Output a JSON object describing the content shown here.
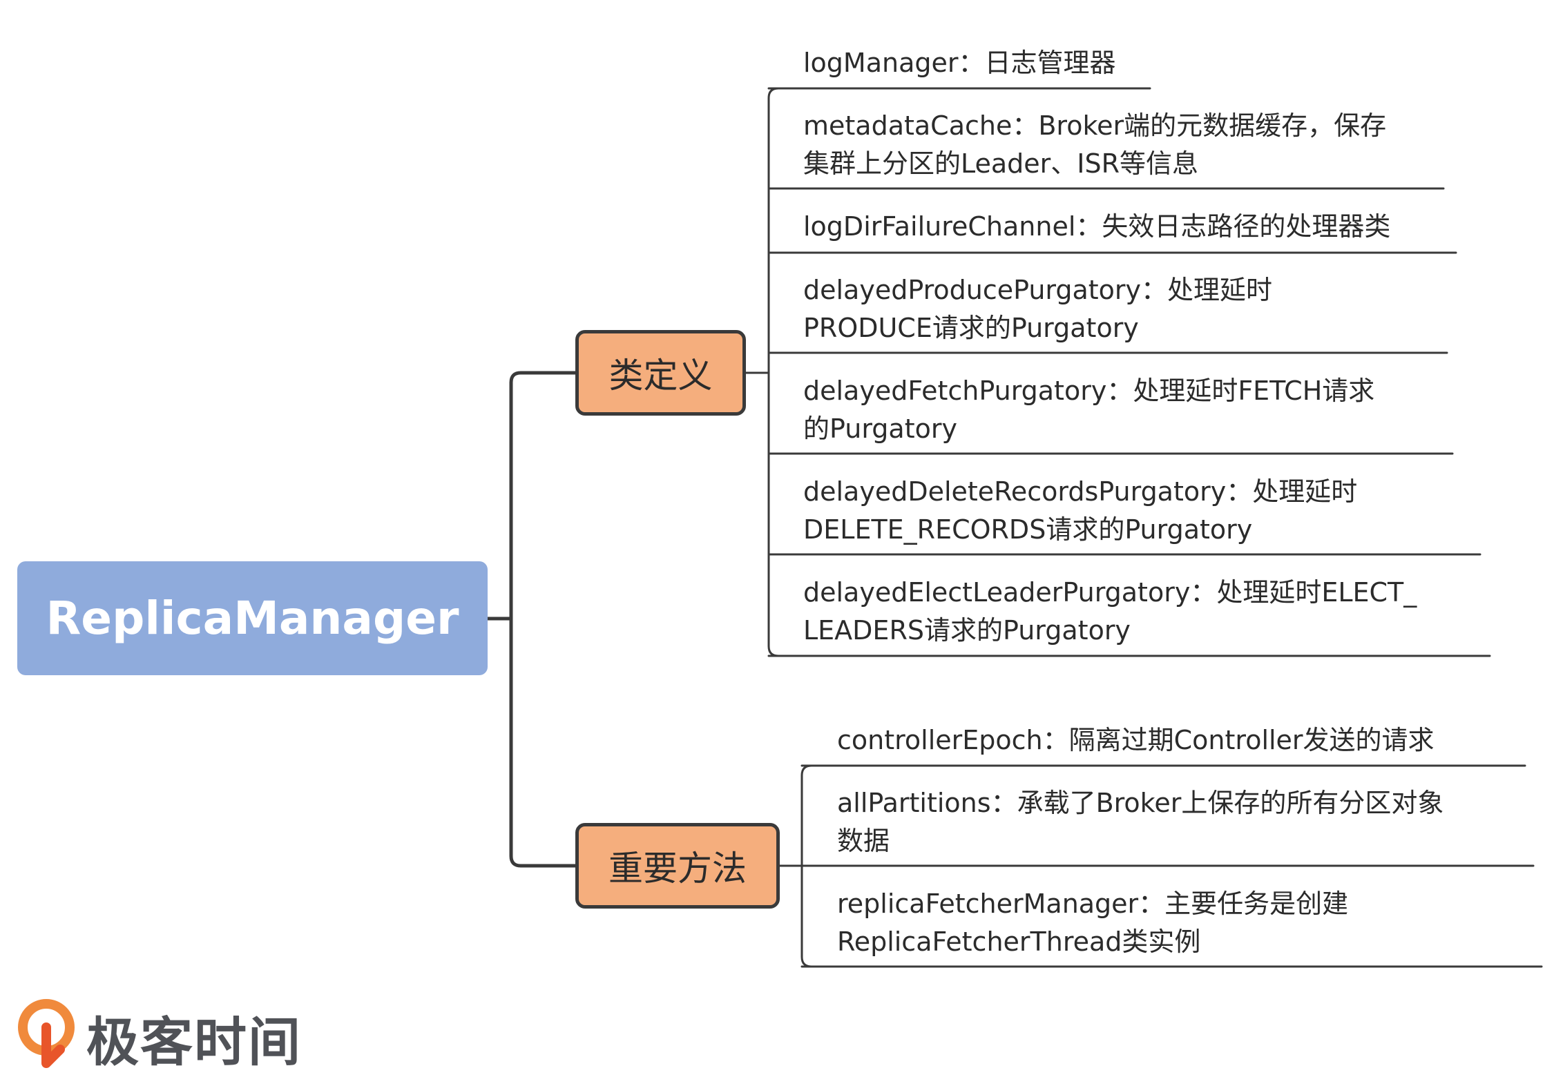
{
  "root": {
    "label": "ReplicaManager"
  },
  "branches": [
    {
      "label": "类定义",
      "leaves": [
        {
          "lines": [
            "logManager：日志管理器"
          ]
        },
        {
          "lines": [
            "metadataCache：Broker端的元数据缓存，保存",
            "集群上分区的Leader、ISR等信息"
          ]
        },
        {
          "lines": [
            "logDirFailureChannel：失效日志路径的处理器类"
          ]
        },
        {
          "lines": [
            "delayedProducePurgatory：处理延时",
            "PRODUCE请求的Purgatory"
          ]
        },
        {
          "lines": [
            "delayedFetchPurgatory：处理延时FETCH请求",
            "的Purgatory"
          ]
        },
        {
          "lines": [
            "delayedDeleteRecordsPurgatory：处理延时",
            "DELETE_RECORDS请求的Purgatory"
          ]
        },
        {
          "lines": [
            "delayedElectLeaderPurgatory：处理延时ELECT_",
            "LEADERS请求的Purgatory"
          ]
        }
      ]
    },
    {
      "label": "重要方法",
      "leaves": [
        {
          "lines": [
            "controllerEpoch：隔离过期Controller发送的请求"
          ]
        },
        {
          "lines": [
            "allPartitions：承载了Broker上保存的所有分区对象",
            "数据"
          ]
        },
        {
          "lines": [
            "replicaFetcherManager：主要任务是创建",
            "ReplicaFetcherThread类实例"
          ]
        }
      ]
    }
  ],
  "logo": {
    "text": "极客时间"
  },
  "colors": {
    "root": "#8fabdc",
    "branch": "#f5ae7d",
    "line": "#3a3a3a"
  }
}
